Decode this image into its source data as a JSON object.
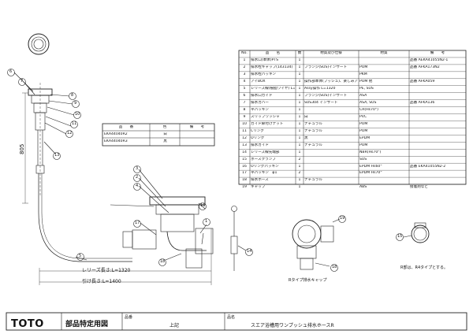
{
  "parts_table": {
    "headers": [
      "No.",
      "品　　名",
      "数",
      "材質及び仕様",
      "材質",
      "備　　考"
    ],
    "rows": [
      {
        "no": "1",
        "name": "排水口(本体)PTS",
        "qty": "1",
        "spec": "",
        "material": "",
        "note": "品番 AEKA41055N2-1"
      },
      {
        "no": "2",
        "name": "排水栓キャップ(143134)",
        "qty": "1",
        "spec": "フランジ(SUS)インサート",
        "material": "POM",
        "note": "品番 AFKA173N2"
      },
      {
        "no": "3",
        "name": "排水栓パッキン",
        "qty": "1",
        "spec": "",
        "material": "PKM",
        "note": ""
      },
      {
        "no": "4",
        "name": "アイBOX",
        "qty": "1",
        "spec": "操作部本体(プッシュ)、楽しみアダプター等",
        "material": "POM 他",
        "note": "品番 AFKA059"
      },
      {
        "no": "5",
        "name": "レリーズ線(樹脂ワイヤ) L=1320",
        "qty": "1",
        "spec": "Assy操作  L=1320",
        "material": "PE, SUS",
        "note": ""
      },
      {
        "no": "6",
        "name": "排水口ガイド",
        "qty": "1",
        "spec": "フランジ(SUS)インサート",
        "material": "ASA",
        "note": ""
      },
      {
        "no": "7",
        "name": "排水カバー",
        "qty": "1",
        "spec": "SUS304 インサート",
        "material": "ASA, SUS",
        "note": "品番 AFKA136"
      },
      {
        "no": "8",
        "name": "平パッキン",
        "qty": "1",
        "spec": "",
        "material": "CR(Hs70°)",
        "note": ""
      },
      {
        "no": "9",
        "name": "スリップワッシャ",
        "qty": "1",
        "spec": "白",
        "material": "PVC",
        "note": ""
      },
      {
        "no": "10",
        "name": "ガイド締付けナット",
        "qty": "1",
        "spec": "ナチュラル",
        "material": "POM",
        "note": ""
      },
      {
        "no": "11",
        "name": "Cリング",
        "qty": "1",
        "spec": "ナチュラル",
        "material": "POM",
        "note": ""
      },
      {
        "no": "12",
        "name": "Oリング",
        "qty": "1",
        "spec": "黒",
        "material": "EPDM",
        "note": ""
      },
      {
        "no": "13",
        "name": "排水ガイド",
        "qty": "1",
        "spec": "ナチュラル",
        "material": "POM",
        "note": ""
      },
      {
        "no": "14",
        "name": "レリーズ線先端部",
        "qty": "1",
        "spec": "",
        "material": "NBR(Hs70°)",
        "note": ""
      },
      {
        "no": "15",
        "name": "ホースクランプ",
        "qty": "2",
        "spec": "",
        "material": "SUS",
        "note": ""
      },
      {
        "no": "16",
        "name": "Oリングパッキン",
        "qty": "1",
        "spec": "",
        "material": "EPDM Hs60°",
        "note": "品番 EKA41055N2-2"
      },
      {
        "no": "17",
        "name": "平パッキン　φ1",
        "qty": "2",
        "spec": "",
        "material": "EPDM Hs70°",
        "note": ""
      },
      {
        "no": "18",
        "name": "排水ホース",
        "qty": "1",
        "spec": "ナチュラル",
        "material": "",
        "note": ""
      },
      {
        "no": "19",
        "name": "キャップ",
        "qty": "1",
        "spec": "",
        "material": "ABS",
        "note": "接着剤など"
      }
    ]
  },
  "variant_table": {
    "headers": [
      "品　　番",
      "色",
      "備　　考"
    ],
    "rows": [
      {
        "part_no": "EKA44040R2",
        "color": "白",
        "note": ""
      },
      {
        "part_no": "EKA44040R3",
        "color": "黒",
        "note": ""
      }
    ]
  },
  "dimensions": {
    "height_label": "805",
    "release_length_label": "レリーズ長さ:L=1320",
    "pull_length_label": "引け長さ:L=1400"
  },
  "captions": {
    "r_type_detail": "Rタイプ排水キャップ",
    "r_part_note": "R部は、R4タイプとする。"
  },
  "callouts": [
    "1",
    "2",
    "3",
    "4",
    "5",
    "6",
    "7",
    "8",
    "9",
    "10",
    "11",
    "12",
    "13",
    "14",
    "15",
    "16",
    "17",
    "18",
    "19"
  ],
  "title_block": {
    "brand": "TOTO",
    "doc_type": "部品特定用図",
    "field_part_no_label": "品番",
    "part_no_value": "上記",
    "field_name_label": "品名",
    "name_value": "スエア浴槽用ワンプッシュ排水ホースR"
  }
}
